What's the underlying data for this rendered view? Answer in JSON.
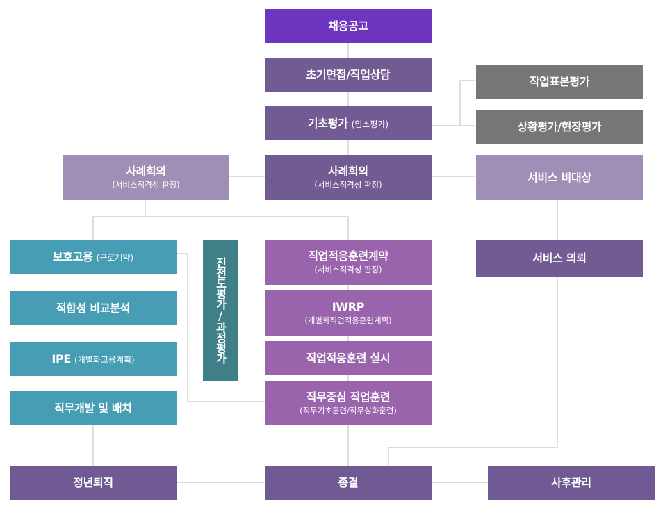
{
  "nodes": {
    "recruitment": "채용공고",
    "initial_interview": "초기면접/직업상담",
    "basic_eval_main": "기초평가",
    "basic_eval_sub": "(입소평가)",
    "job_sample_eval": "작업표본평가",
    "situational_eval": "상황평가/현장평가",
    "case_conf_center_main": "사례회의",
    "case_conf_center_sub": "(서비스적격성 판정)",
    "case_conf_left_main": "사례회의",
    "case_conf_left_sub": "(서비스적격성 판정)",
    "not_eligible": "서비스 비대상",
    "service_referral": "서비스 의뢰",
    "protected_emp_main": "보호고용",
    "protected_emp_sub": "(근로계약)",
    "suitability": "적합성 비교분석",
    "ipe_main": "IPE",
    "ipe_sub": "(개별화고용계획)",
    "job_dev": "직무개발 및 배치",
    "progress_eval": "진전도평가/과정평가",
    "adapt_contract_main": "직업적응훈련계약",
    "adapt_contract_sub": "(서비스적격성 판정)",
    "iwrp_main": "IWRP",
    "iwrp_sub": "(개별화직업적응훈련계획)",
    "adapt_training": "직업적응훈련 실시",
    "job_training_main": "직무중심 직업훈련",
    "job_training_sub": "(직무기초훈련/직무심화훈련)",
    "retirement": "정년퇴직",
    "termination": "종결",
    "followup": "사후관리"
  },
  "colors": {
    "top": "#6d35c0",
    "process": "#715b92",
    "light_purple": "#9f8eb5",
    "training": "#9a64ad",
    "gray": "#767676",
    "teal": "#479db4",
    "dark_teal": "#3f8088",
    "connector": "#c8c8c8"
  }
}
